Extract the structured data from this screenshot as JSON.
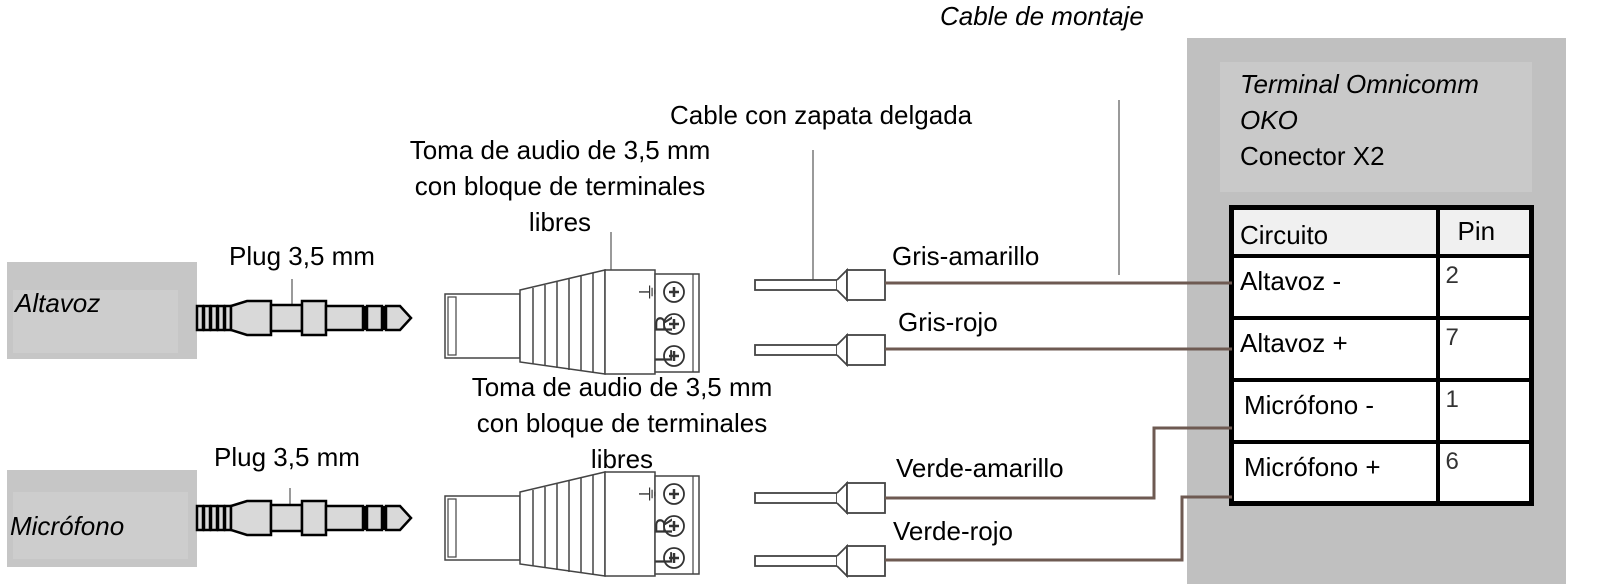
{
  "title": "Cable de montaje",
  "colors": {
    "wire": "#6e5a52",
    "device_box": "#c6c6c6",
    "terminal_panel": "#c0c0c0",
    "plug_fill": "#d9d9d9",
    "leader_line": "#9a9a9a"
  },
  "devices": [
    {
      "name": "Altavoz"
    },
    {
      "name": "Micrófono"
    }
  ],
  "plug_label": "Plug 3,5 mm",
  "jack_label_lines": [
    "Toma de audio de 3,5 mm",
    "con bloque de terminales",
    "libres"
  ],
  "jack_pin_labels": [
    "⏚",
    "R",
    "L"
  ],
  "ferrule_label": "Cable con zapata delgada",
  "wires": [
    {
      "label": "Gris-amarillo",
      "to": "Altavoz -"
    },
    {
      "label": "Gris-rojo",
      "to": "Altavoz +"
    },
    {
      "label": "Verde-amarillo",
      "to": "Micrófono -"
    },
    {
      "label": "Verde-rojo",
      "to": "Micrófono +"
    }
  ],
  "terminal": {
    "title_line1": "Terminal Omnicomm",
    "title_line2": "OKO",
    "connector": "Conector X2",
    "table": {
      "headers": [
        "Circuito",
        "Pin"
      ],
      "rows": [
        [
          "Altavoz -",
          "2"
        ],
        [
          "Altavoz +",
          "7"
        ],
        [
          "Micrófono  -",
          "1"
        ],
        [
          "Micrófono  +",
          "6"
        ]
      ]
    }
  }
}
